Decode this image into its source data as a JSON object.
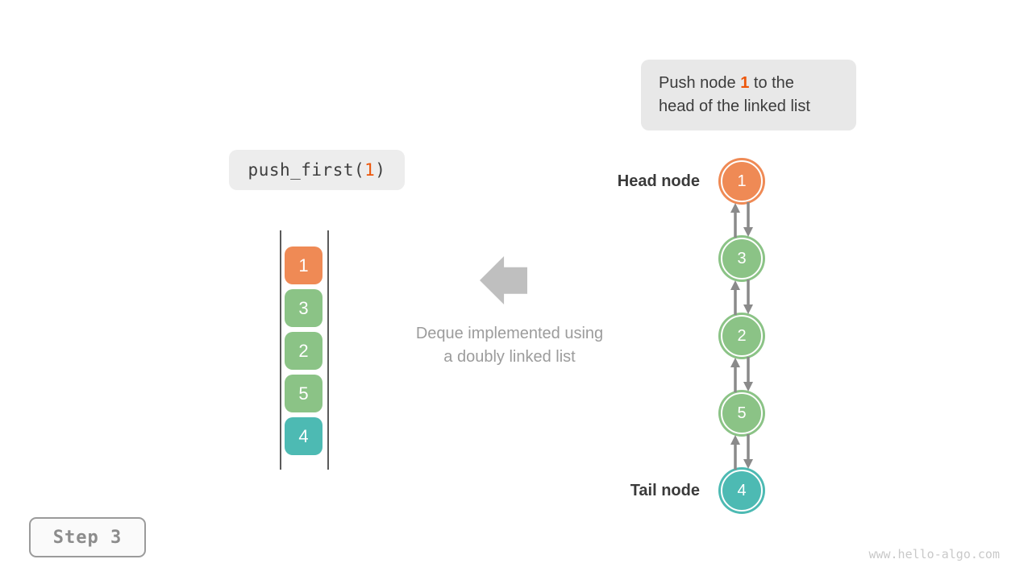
{
  "annotation": {
    "line1_prefix": "Push node ",
    "line1_highlight": "1",
    "line1_suffix": " to the",
    "line2": "head of the linked list"
  },
  "code_call": {
    "prefix": "push_first(",
    "arg": "1",
    "suffix": ")"
  },
  "stack": {
    "items": [
      {
        "value": "1",
        "color": "#ef8a55"
      },
      {
        "value": "3",
        "color": "#8bc386"
      },
      {
        "value": "2",
        "color": "#8bc386"
      },
      {
        "value": "5",
        "color": "#8bc386"
      },
      {
        "value": "4",
        "color": "#4dbab3"
      }
    ]
  },
  "caption": {
    "line1": "Deque implemented using",
    "line2": "a doubly linked list"
  },
  "linked_list": {
    "head_label": "Head node",
    "tail_label": "Tail node",
    "nodes": [
      {
        "value": "1",
        "color": "#ef8a55",
        "role": "head"
      },
      {
        "value": "3",
        "color": "#8bc386",
        "role": ""
      },
      {
        "value": "2",
        "color": "#8bc386",
        "role": ""
      },
      {
        "value": "5",
        "color": "#8bc386",
        "role": ""
      },
      {
        "value": "4",
        "color": "#4dbab3",
        "role": "tail"
      }
    ]
  },
  "step_badge": {
    "label": "Step 3"
  },
  "watermark": {
    "text": "www.hello-algo.com"
  },
  "colors": {
    "node_orange": "#ef8a55",
    "node_green": "#8bc386",
    "node_teal": "#4dbab3",
    "highlight_orange": "#ed560a",
    "connector_gray": "#8a8a8a",
    "block_arrow_gray": "#bfbfbf",
    "box_gray": "#e8e8e8",
    "text_dark": "#3c3c3c",
    "text_muted": "#9c9c9c"
  }
}
